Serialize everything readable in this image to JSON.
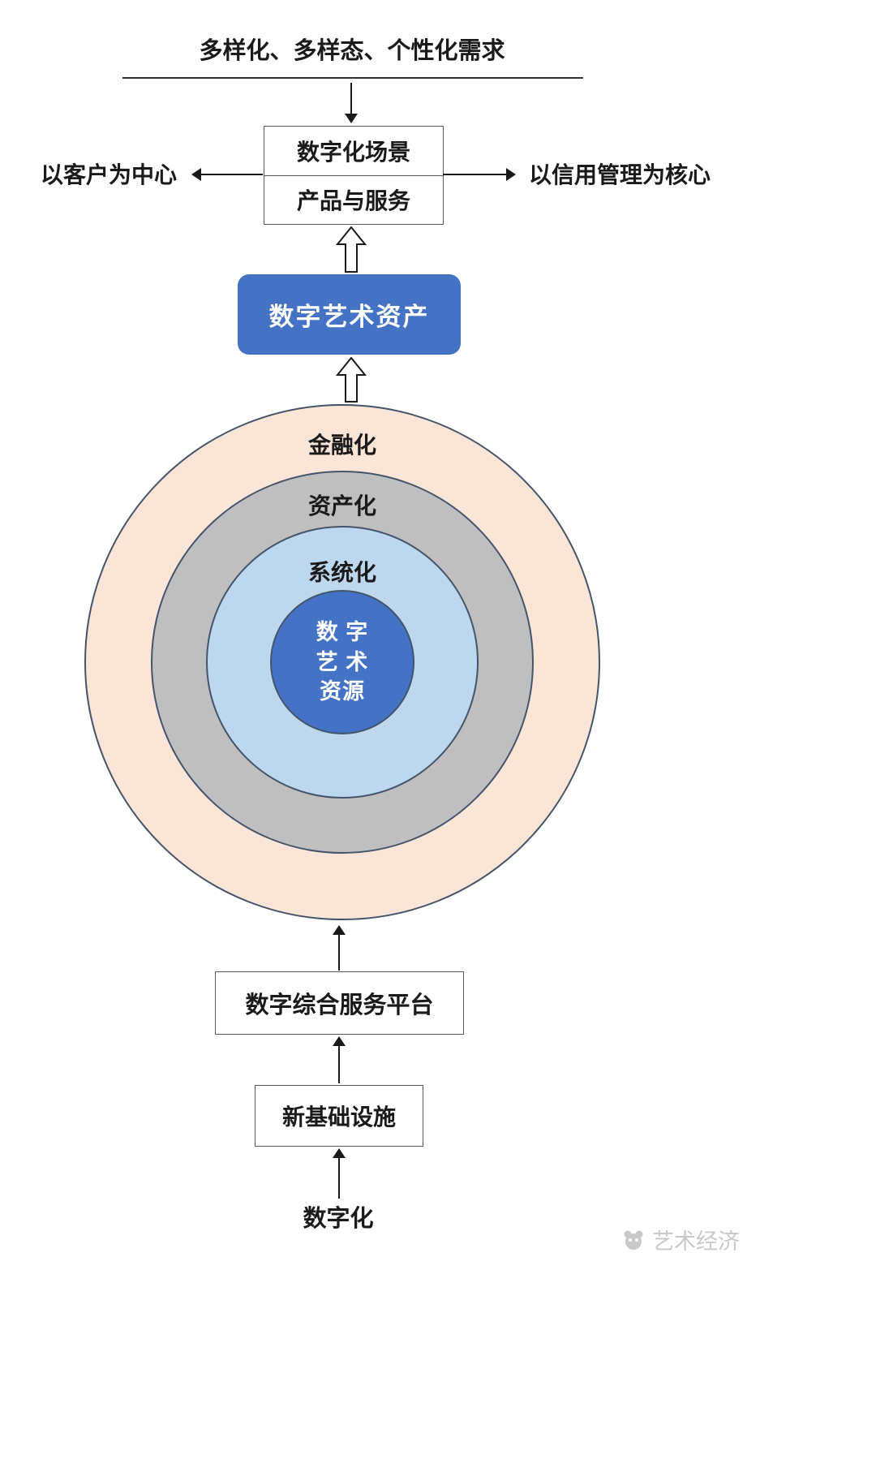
{
  "diagram": {
    "top_label": "多样化、多样态、个性化需求",
    "scenario_box": {
      "line1": "数字化场景",
      "line2": "产品与服务"
    },
    "left_label": "以客户为中心",
    "right_label": "以信用管理为核心",
    "asset_label": "数字艺术资产",
    "rings": [
      {
        "label": "金融化",
        "color": "#FBE5D6"
      },
      {
        "label": "资产化",
        "color": "#BFBFBF"
      },
      {
        "label": "系统化",
        "color": "#BDD7EE"
      }
    ],
    "core": {
      "line1": "数 字",
      "line2": "艺 术",
      "line3": "资源",
      "color": "#4472C4"
    },
    "platform_label": "数字综合服务平台",
    "infra_label": "新基础设施",
    "bottom_label": "数字化",
    "watermark": {
      "label": "艺术经济",
      "icon": "panda-logo-icon"
    }
  },
  "colors": {
    "accent_blue": "#4472C4",
    "ring_border": "#44546A",
    "box_border": "#595959",
    "arrow": "#1a1a1a",
    "watermark_gray": "#c9c9c9"
  }
}
